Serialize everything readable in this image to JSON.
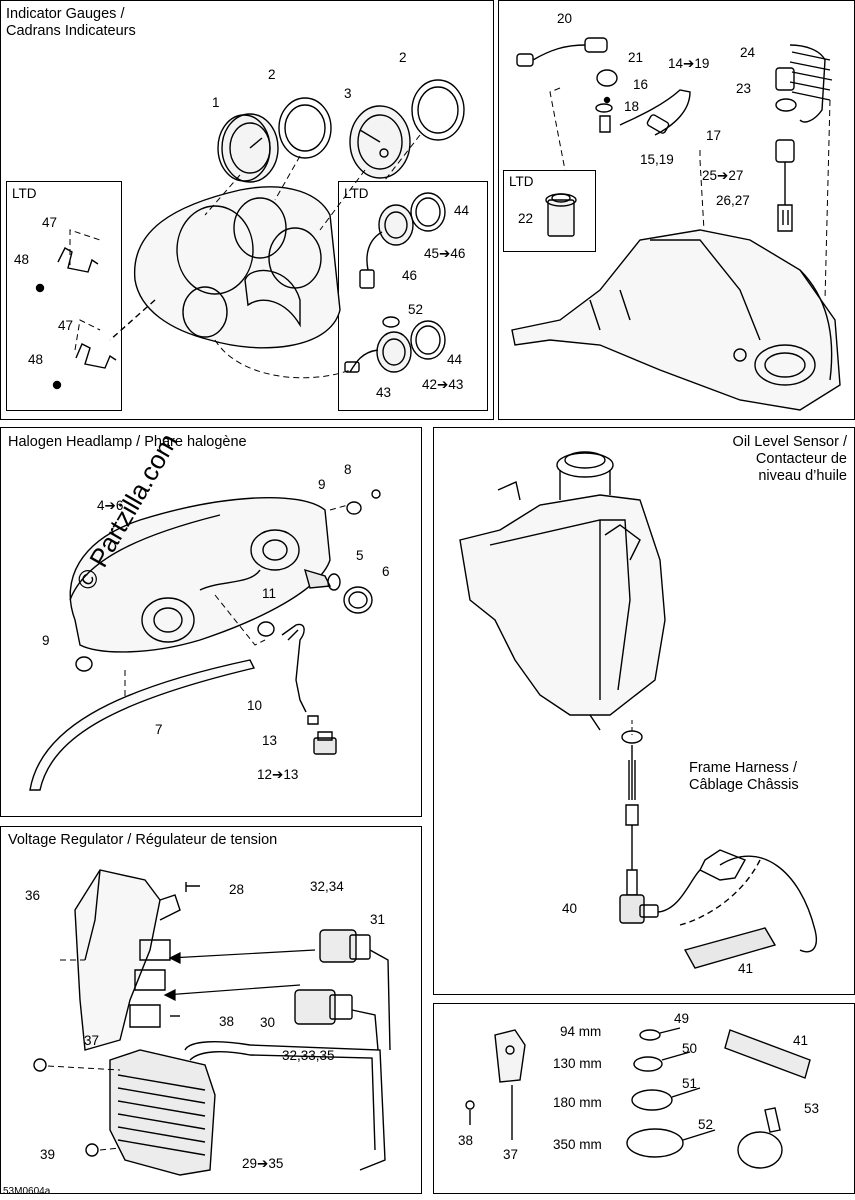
{
  "panels": {
    "gauges": {
      "title": "Indicator Gauges /\nCadrans Indicateurs",
      "inset_label": "LTD",
      "inset2_label": "LTD"
    },
    "console": {
      "inset_label": "LTD"
    },
    "headlamp": {
      "title": "Halogen Headlamp / Phare halogène"
    },
    "oil": {
      "title": "Oil Level Sensor /\nContacteur de\nniveau d’huile",
      "harness_label": "Frame Harness /\nCâblage Châssis"
    },
    "regulator": {
      "title": "Voltage Regulator / Régulateur de tension"
    },
    "ties": {
      "sizes": [
        "94 mm",
        "130 mm",
        "180 mm",
        "350 mm"
      ]
    }
  },
  "labels": {
    "g1": "1",
    "g2a": "2",
    "g2b": "2",
    "g3": "3",
    "g47a": "47",
    "g48a": "48",
    "g47b": "47",
    "g48b": "48",
    "g44a": "44",
    "g4546": "45➔46",
    "g46": "46",
    "g52": "52",
    "g44b": "44",
    "g4243": "42➔43",
    "g43": "43",
    "c20": "20",
    "c21": "21",
    "c1419": "14➔19",
    "c16": "16",
    "c18": "18",
    "c17": "17",
    "c1519": "15,19",
    "c24": "24",
    "c23": "23",
    "c2527": "25➔27",
    "c2627": "26,27",
    "c22": "22",
    "h8": "8",
    "h9a": "9",
    "h46": "4➔6",
    "h5": "5",
    "h6": "6",
    "h11": "11",
    "h9b": "9",
    "h10": "10",
    "h7": "7",
    "h13": "13",
    "h1213": "12➔13",
    "o40": "40",
    "o41": "41",
    "r36": "36",
    "r28": "28",
    "r3234": "32,34",
    "r31": "31",
    "r38": "38",
    "r30": "30",
    "r37": "37",
    "r323335": "32,33,35",
    "r39": "39",
    "r2935": "29➔35",
    "t49": "49",
    "t50": "50",
    "t51": "51",
    "t52": "52",
    "t41": "41",
    "t53": "53",
    "t38": "38",
    "t37": "37"
  },
  "watermark": "© Partzilla.com",
  "figure_code": "53M0604a"
}
